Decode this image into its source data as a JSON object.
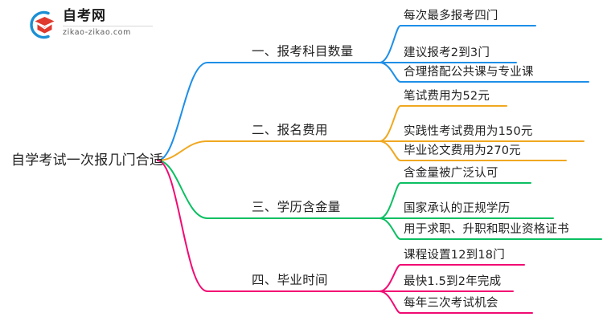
{
  "logo": {
    "name": "zikao-logo",
    "title": "自考网",
    "domain": "zikao-zikao.com",
    "mark_icon": "graduation-cap-icon",
    "arc_color": "#1B8FD4",
    "cap_color": "#E0392E"
  },
  "mindmap": {
    "root": {
      "label": "自学考试一次报几门合适"
    },
    "branches": [
      {
        "id": "branch-1",
        "label": "一、报考科目数量",
        "color": "#1E8FE8",
        "children": [
          {
            "label": "每次最多报考四门"
          },
          {
            "label": "建议报考2到3门"
          },
          {
            "label": "合理搭配公共课与专业课"
          }
        ]
      },
      {
        "id": "branch-2",
        "label": "二、报名费用",
        "color": "#F0A820",
        "children": [
          {
            "label": "笔试费用为52元"
          },
          {
            "label": "实践性考试费用为150元"
          },
          {
            "label": "毕业论文费用为270元"
          }
        ]
      },
      {
        "id": "branch-3",
        "label": "三、学历含金量",
        "color": "#0BBF62",
        "children": [
          {
            "label": "含金量被广泛认可"
          },
          {
            "label": "国家承认的正规学历"
          },
          {
            "label": "用于求职、升职和职业资格证书"
          }
        ]
      },
      {
        "id": "branch-4",
        "label": "四、毕业时间",
        "color": "#F20A73",
        "children": [
          {
            "label": "课程设置12到18门"
          },
          {
            "label": "最快1.5到2年完成"
          },
          {
            "label": "每年三次考试机会"
          }
        ]
      }
    ]
  }
}
